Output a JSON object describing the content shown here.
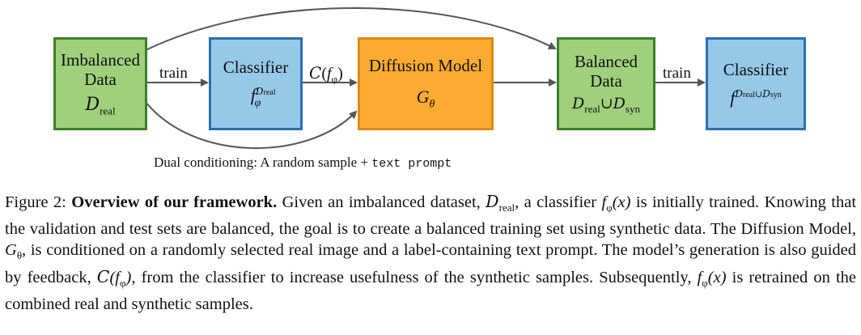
{
  "boxes": {
    "imbalanced": {
      "line1": "Imbalanced",
      "line2": "Data",
      "math_sub": "real"
    },
    "classifier1": {
      "title": "Classifier",
      "math_sup": "real"
    },
    "diffusion": {
      "title": "Diffusion Model"
    },
    "balanced": {
      "line1": "Balanced",
      "line2": "Data",
      "sub1": "real",
      "op": "∪",
      "sub2": "syn"
    },
    "classifier2": {
      "title": "Classifier",
      "sup1": "real",
      "op": "∪",
      "sup2": "syn"
    }
  },
  "labels": {
    "train1": "train",
    "train2": "train",
    "feedback": "C(f",
    "note_prefix": "Dual conditioning: A random sample + ",
    "note_mono": "text prompt"
  },
  "caption": {
    "figure_label": "Figure 2:",
    "bold_title": "Overview of our framework.",
    "text_1": "Given an imbalanced dataset, ",
    "text_2": ", a classifier ",
    "text_3": " is initially trained. Knowing that the validation and test sets are balanced, the goal is to create a balanced training set using synthetic data. The Diffusion Model, ",
    "text_4": ", is conditioned on a randomly selected real image and a label-containing text prompt. The model’s generation is also guided by feedback, ",
    "text_5": ", from the classifier to increase usefulness of the synthetic samples. Subsequently, ",
    "text_6": " is retrained on the combined real and synthetic samples."
  },
  "colors": {
    "green_fill": "#9fd07c",
    "green_border": "#3e7f27",
    "blue_fill": "#96c8e8",
    "blue_border": "#2a6fb2",
    "orange_fill": "#fbab2f",
    "orange_border": "#dc8a16",
    "arrow": "#555555"
  }
}
